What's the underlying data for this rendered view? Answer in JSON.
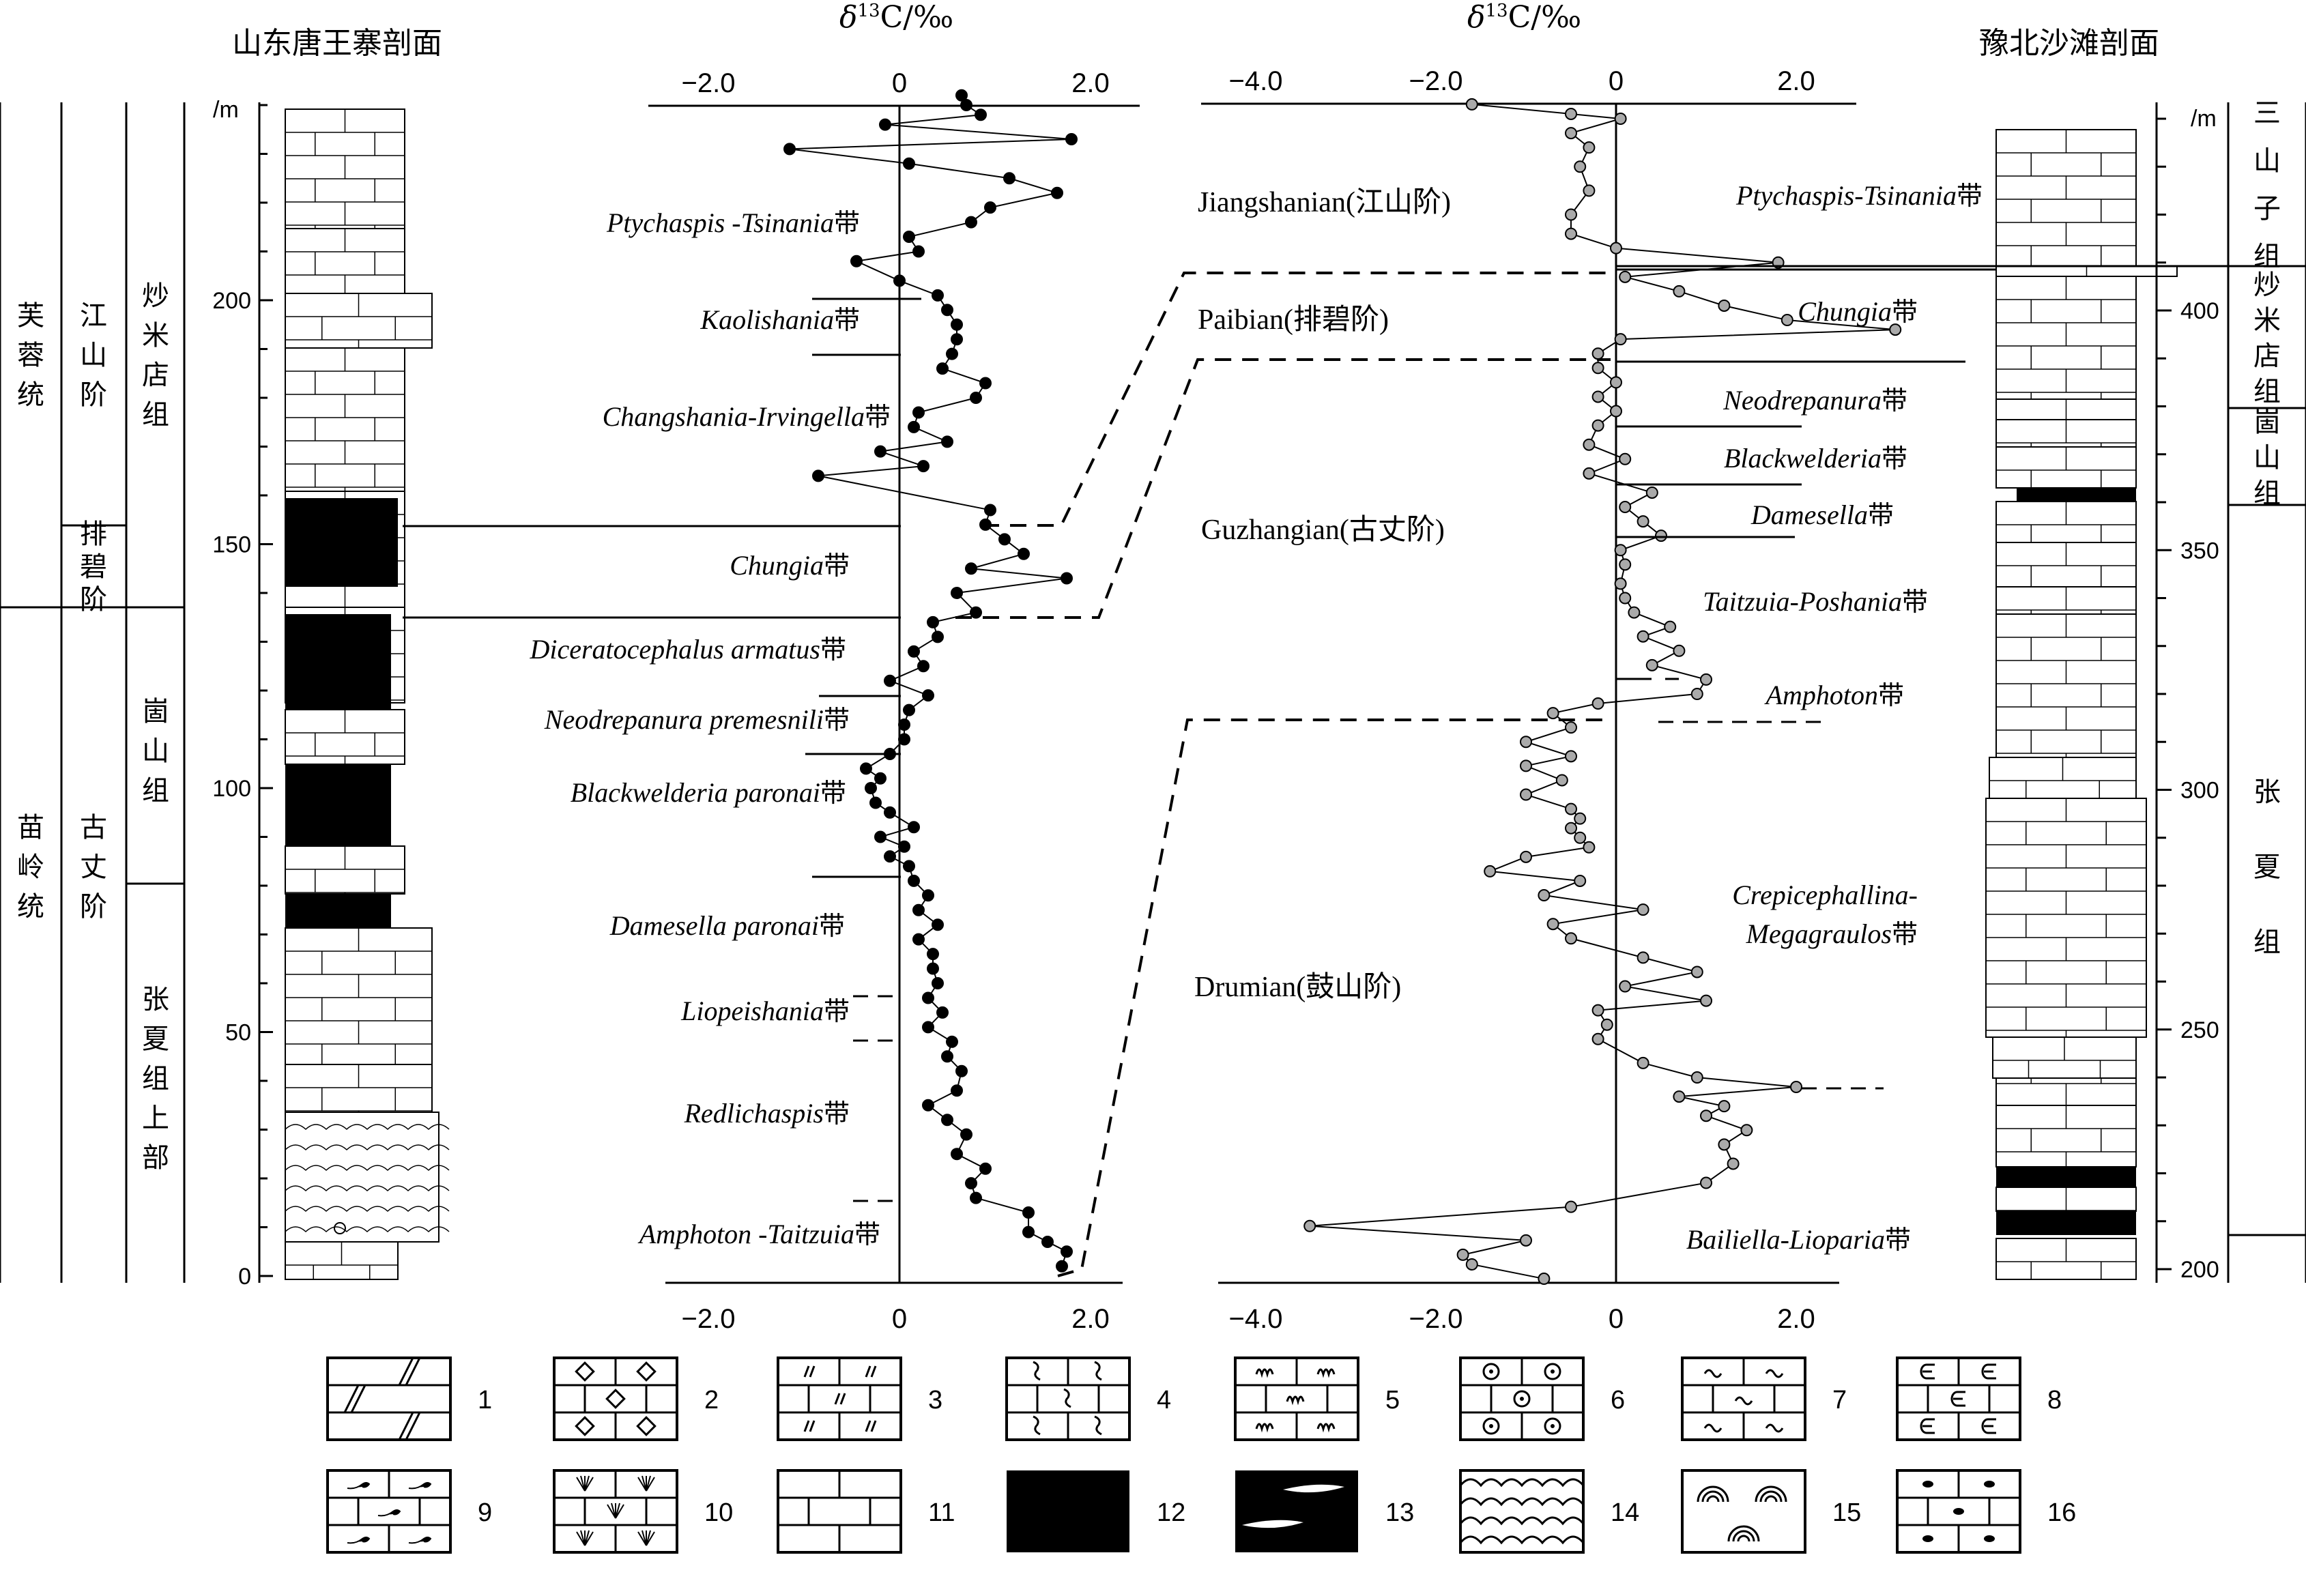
{
  "headers": {
    "left_section": "山东唐王寨剖面",
    "right_section": "豫北沙滩剖面",
    "isotope_axis": "δ13C/‰",
    "depth_unit": "/m"
  },
  "left_strat": {
    "series": [
      {
        "label": "芙蓉统",
        "top": 125,
        "bot": 1490
      },
      {
        "label": "苗岭统",
        "top": 1490,
        "bot": 2810
      }
    ],
    "stages": [
      {
        "label": "江山阶",
        "top": 125,
        "bot": 1270
      },
      {
        "label": "排碧阶",
        "top": 1270,
        "bot": 1490
      },
      {
        "label": "古丈阶",
        "top": 1490,
        "bot": 2810
      }
    ],
    "formations": [
      {
        "label": "炒米店组",
        "top": 125,
        "bot": 1490
      },
      {
        "label": "崮山组",
        "top": 1490,
        "bot": 2160
      },
      {
        "label": "张夏组上部",
        "top": 2160,
        "bot": 2810
      }
    ]
  },
  "right_strat": {
    "formations": [
      {
        "label": "三山子组",
        "top": 0,
        "bot": 410
      },
      {
        "label": "炒米店组",
        "top": 410,
        "bot": 380
      },
      {
        "label": "崮山组",
        "top": 380,
        "bot": 358
      },
      {
        "label": "张夏组",
        "top": 358,
        "bot": 205
      }
    ]
  },
  "left_zones": [
    "Ptychaspis -Tsinania带",
    "Kaolishania带",
    "Changshania-Irvingella带",
    "Chungia带",
    "Diceratocephalus armatus带",
    "Neodrepanura premesnili带",
    "Blackwelderia paronai带",
    "Damesella paronai带",
    "Liopeishania带",
    "Redlichaspis带",
    "Amphoton -Taitzuia带"
  ],
  "right_zones": [
    "Ptychaspis-Tsinania带",
    "Chungia带",
    "Neodrepanura带",
    "Blackwelderia带",
    "Damesella带",
    "Taitzuia-Poshania带",
    "Amphoton带",
    "Crepicephallina-",
    "Megagraulos带",
    "Bailiella-Lioparia带"
  ],
  "stages_global": [
    "Jiangshanian(江山阶)",
    "Paibian(排碧阶)",
    "Guzhangian(古丈阶)",
    "Drumian(鼓山阶)"
  ],
  "legend": [
    "1",
    "2",
    "3",
    "4",
    "5",
    "6",
    "7",
    "8",
    "9",
    "10",
    "11",
    "12",
    "13",
    "14",
    "15",
    "16"
  ],
  "chart_data": [
    {
      "type": "line",
      "title": "山东唐王寨剖面",
      "xlabel": "δ13C/‰",
      "ylabel": "/m",
      "xlim": [
        -2.6,
        2.6
      ],
      "ylim": [
        0,
        245
      ],
      "xticks": [
        "-2.0",
        "0",
        "2.0"
      ],
      "yticks": [
        "0",
        "50",
        "100",
        "150",
        "200"
      ],
      "series": [
        {
          "points": [
            [
              1.7,
              2
            ],
            [
              1.75,
              5
            ],
            [
              1.55,
              7
            ],
            [
              1.35,
              9
            ],
            [
              1.35,
              13
            ],
            [
              0.8,
              16
            ],
            [
              0.75,
              19
            ],
            [
              0.9,
              22
            ],
            [
              0.6,
              25
            ],
            [
              0.7,
              29
            ],
            [
              0.5,
              32
            ],
            [
              0.3,
              35
            ],
            [
              0.6,
              38
            ],
            [
              0.65,
              42
            ],
            [
              0.5,
              45
            ],
            [
              0.55,
              48
            ],
            [
              0.3,
              51
            ],
            [
              0.45,
              54
            ],
            [
              0.3,
              57
            ],
            [
              0.4,
              60
            ],
            [
              0.35,
              63
            ],
            [
              0.35,
              66
            ],
            [
              0.2,
              69
            ],
            [
              0.4,
              72
            ],
            [
              0.2,
              75
            ],
            [
              0.3,
              78
            ],
            [
              0.15,
              81
            ],
            [
              0.1,
              84
            ],
            [
              -0.1,
              86
            ],
            [
              0.05,
              88
            ],
            [
              -0.2,
              90
            ],
            [
              0.15,
              92
            ],
            [
              -0.1,
              95
            ],
            [
              -0.25,
              97
            ],
            [
              -0.3,
              100
            ],
            [
              -0.2,
              102
            ],
            [
              -0.35,
              104
            ],
            [
              -0.1,
              107
            ],
            [
              0.05,
              110
            ],
            [
              0.05,
              113
            ],
            [
              0.1,
              116
            ],
            [
              0.3,
              119
            ],
            [
              -0.1,
              122
            ],
            [
              0.25,
              125
            ],
            [
              0.15,
              128
            ],
            [
              0.4,
              131
            ],
            [
              0.35,
              134
            ],
            [
              0.8,
              136
            ],
            [
              0.6,
              140
            ],
            [
              1.75,
              143
            ],
            [
              0.75,
              145
            ],
            [
              1.3,
              148
            ],
            [
              1.1,
              151
            ],
            [
              0.9,
              154
            ],
            [
              0.95,
              157
            ],
            [
              -0.85,
              164
            ],
            [
              0.25,
              166
            ],
            [
              -0.2,
              169
            ],
            [
              0.5,
              171
            ],
            [
              0.15,
              174
            ],
            [
              0.2,
              177
            ],
            [
              0.8,
              180
            ],
            [
              0.9,
              183
            ],
            [
              0.45,
              186
            ],
            [
              0.55,
              189
            ],
            [
              0.6,
              192
            ],
            [
              0.6,
              195
            ],
            [
              0.5,
              198
            ],
            [
              0.4,
              201
            ],
            [
              0.0,
              204
            ],
            [
              -0.45,
              208
            ],
            [
              0.2,
              210
            ],
            [
              0.1,
              213
            ],
            [
              0.75,
              216
            ],
            [
              0.95,
              219
            ],
            [
              1.65,
              222
            ],
            [
              1.15,
              225
            ],
            [
              0.1,
              228
            ],
            [
              -1.15,
              231
            ],
            [
              1.8,
              233
            ],
            [
              -0.15,
              236
            ],
            [
              0.85,
              238
            ],
            [
              0.7,
              240
            ],
            [
              0.65,
              242
            ]
          ]
        }
      ]
    },
    {
      "type": "line",
      "title": "豫北沙滩剖面",
      "xlabel": "δ13C/‰",
      "ylabel": "/m",
      "xlim": [
        -4.8,
        2.6
      ],
      "ylim": [
        197,
        440
      ],
      "xticks": [
        "-4.0",
        "-2.0",
        "0",
        "2.0"
      ],
      "yticks": [
        "200",
        "250",
        "300",
        "350",
        "400"
      ],
      "series": [
        {
          "points": [
            [
              -0.8,
              198
            ],
            [
              -1.6,
              201
            ],
            [
              -1.7,
              203
            ],
            [
              -1.0,
              206
            ],
            [
              -3.4,
              209
            ],
            [
              -0.5,
              213
            ],
            [
              1.0,
              218
            ],
            [
              1.3,
              222
            ],
            [
              1.2,
              226
            ],
            [
              1.45,
              229
            ],
            [
              1.0,
              232
            ],
            [
              1.2,
              234
            ],
            [
              0.7,
              236
            ],
            [
              2.0,
              238
            ],
            [
              0.9,
              240
            ],
            [
              0.3,
              243
            ],
            [
              -0.2,
              248
            ],
            [
              -0.1,
              251
            ],
            [
              -0.2,
              254
            ],
            [
              1.0,
              256
            ],
            [
              0.1,
              259
            ],
            [
              0.9,
              262
            ],
            [
              0.3,
              265
            ],
            [
              -0.5,
              269
            ],
            [
              -0.7,
              272
            ],
            [
              0.3,
              275
            ],
            [
              -0.8,
              278
            ],
            [
              -0.4,
              281
            ],
            [
              -1.4,
              283
            ],
            [
              -1.0,
              286
            ],
            [
              -0.3,
              288
            ],
            [
              -0.4,
              290
            ],
            [
              -0.5,
              292
            ],
            [
              -0.4,
              294
            ],
            [
              -0.5,
              296
            ],
            [
              -1.0,
              299
            ],
            [
              -0.6,
              302
            ],
            [
              -1.0,
              305
            ],
            [
              -0.5,
              307
            ],
            [
              -1.0,
              310
            ],
            [
              -0.5,
              313
            ],
            [
              -0.7,
              316
            ],
            [
              -0.2,
              318
            ],
            [
              0.9,
              320
            ],
            [
              1.0,
              323
            ],
            [
              0.4,
              326
            ],
            [
              0.7,
              329
            ],
            [
              0.3,
              332
            ],
            [
              0.6,
              334
            ],
            [
              0.2,
              337
            ],
            [
              0.1,
              340
            ],
            [
              0.05,
              343
            ],
            [
              0.1,
              347
            ],
            [
              0.05,
              350
            ],
            [
              0.5,
              353
            ],
            [
              0.3,
              356
            ],
            [
              0.1,
              359
            ],
            [
              0.4,
              362
            ],
            [
              -0.3,
              366
            ],
            [
              0.1,
              369
            ],
            [
              -0.3,
              372
            ],
            [
              -0.2,
              376
            ],
            [
              0.0,
              379
            ],
            [
              -0.2,
              382
            ],
            [
              0.0,
              385
            ],
            [
              -0.2,
              388
            ],
            [
              -0.2,
              391
            ],
            [
              0.05,
              394
            ],
            [
              3.1,
              396
            ],
            [
              1.9,
              398
            ],
            [
              1.2,
              401
            ],
            [
              0.7,
              404
            ],
            [
              0.1,
              407
            ],
            [
              1.8,
              410
            ],
            [
              0.0,
              413
            ],
            [
              -0.5,
              416
            ],
            [
              -0.5,
              420
            ],
            [
              -0.3,
              425
            ],
            [
              -0.4,
              430
            ],
            [
              -0.3,
              434
            ],
            [
              -0.5,
              437
            ],
            [
              0.05,
              440
            ],
            [
              -0.5,
              441
            ],
            [
              -1.6,
              443
            ]
          ]
        }
      ]
    }
  ]
}
